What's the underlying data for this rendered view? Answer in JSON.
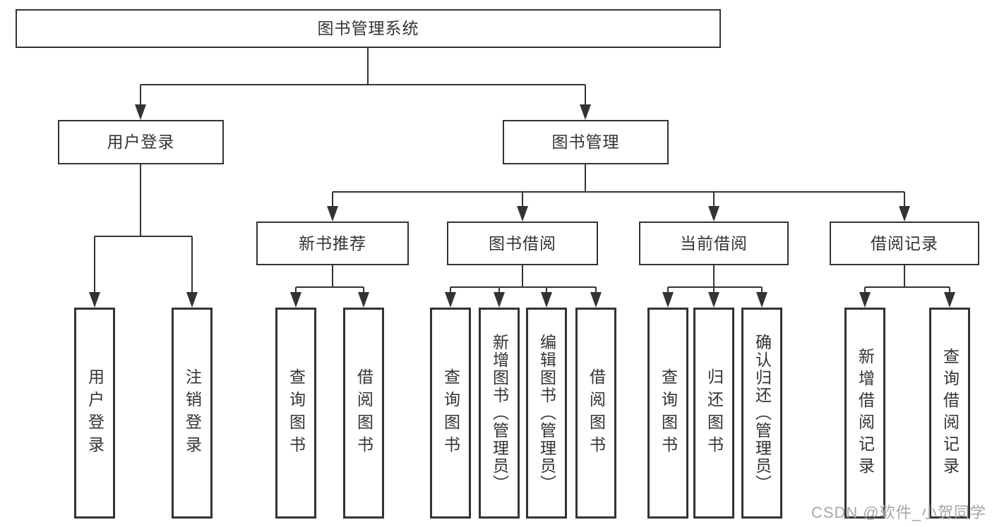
{
  "diagram": {
    "title": "图书管理系统",
    "type": "hierarchy-tree",
    "nodes": {
      "root": "图书管理系统",
      "level2": [
        "用户登录",
        "图书管理"
      ],
      "level3": [
        "新书推荐",
        "图书借阅",
        "当前借阅",
        "借阅记录"
      ],
      "leaves": [
        "用户登录",
        "注销登录",
        "查询图书",
        "借阅图书",
        "查询图书",
        "新增图书（管理员）",
        "编辑图书（管理员）",
        "借阅图书",
        "查询图书",
        "归还图书",
        "确认归还（管理员）",
        "新增借阅记录",
        "查询借阅记录"
      ]
    },
    "hierarchy": {
      "图书管理系统": [
        "用户登录",
        "图书管理"
      ],
      "用户登录": [
        "用户登录",
        "注销登录"
      ],
      "图书管理": [
        "新书推荐",
        "图书借阅",
        "当前借阅",
        "借阅记录"
      ],
      "新书推荐": [
        "查询图书",
        "借阅图书"
      ],
      "图书借阅": [
        "查询图书",
        "新增图书（管理员）",
        "编辑图书（管理员）",
        "借阅图书"
      ],
      "当前借阅": [
        "查询图书",
        "归还图书",
        "确认归还（管理员）"
      ],
      "借阅记录": [
        "新增借阅记录",
        "查询借阅记录"
      ]
    },
    "watermark": "CSDN @软件_小贺同学",
    "colors": {
      "line": "#333333",
      "text": "#333333",
      "background": "#ffffff",
      "watermark": "#a6a6a6"
    }
  }
}
